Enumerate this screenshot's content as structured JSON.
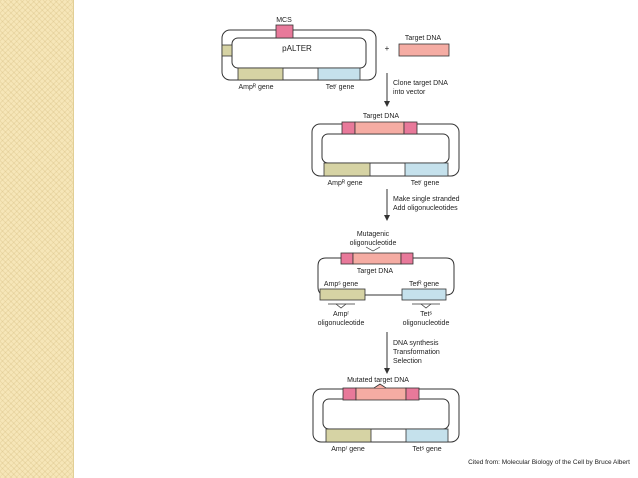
{
  "colors": {
    "sidebar": "#f6e6b8",
    "mcs_pink": "#e8799a",
    "target_salmon": "#f5aca3",
    "amp_gene": "#d6d3a4",
    "tet_gene": "#c5e1ec",
    "outline": "#333333"
  },
  "step1": {
    "mcs_label": "MCS",
    "plasmid_label": "pALTER",
    "plus": "+",
    "target_label": "Target DNA",
    "amp_label": "Ampᴿ gene",
    "tet_label": "Tetʳ gene"
  },
  "arrow1": {
    "line1": "Clone target DNA",
    "line2": "into vector"
  },
  "step2": {
    "target_label": "Target DNA",
    "amp_label": "Ampᴿ gene",
    "tet_label": "Tetʳ gene"
  },
  "arrow2": {
    "line1": "Make single stranded",
    "line2": "Add oligonucleotides"
  },
  "step3": {
    "mutagenic_line1": "Mutagenic",
    "mutagenic_line2": "oligonucleotide",
    "target_label": "Target DNA",
    "amp_gene_label": "Ampˢ gene",
    "tet_gene_label": "Tetᴿ gene",
    "amp_oligo_line1": "Ampʳ",
    "amp_oligo_line2": "oligonucleotide",
    "tet_oligo_line1": "Tetˢ",
    "tet_oligo_line2": "oligonucleotide"
  },
  "arrow3": {
    "line1": "DNA synthesis",
    "line2": "Transformation",
    "line3": "Selection"
  },
  "step4": {
    "target_label": "Mutated target DNA",
    "amp_label": "Ampʳ gene",
    "tet_label": "Tetˢ gene"
  },
  "citation": "Cited from: Molecular Biology of the Cell by Bruce Albert"
}
